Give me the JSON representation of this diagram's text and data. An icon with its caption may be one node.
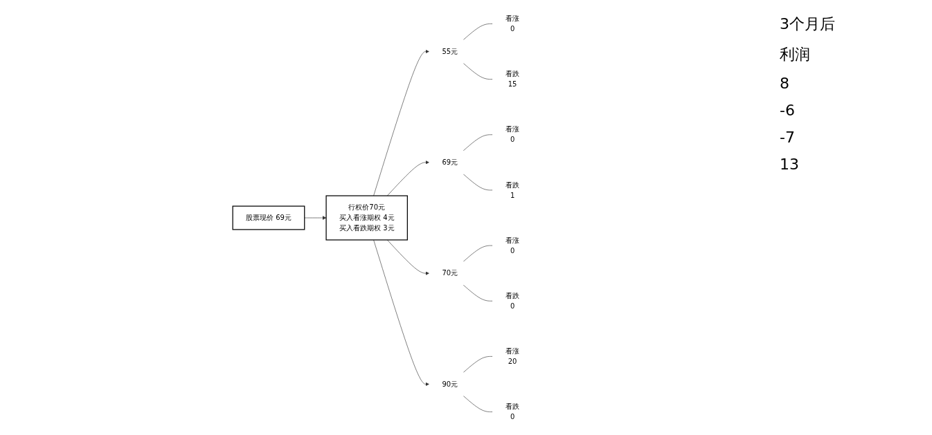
{
  "diagram": {
    "nodes": [
      {
        "text": [
          "股票现价 69元"
        ]
      },
      {
        "text": [
          "行权价70元",
          "买入看涨期权 4元",
          "买入看跌期权 3元"
        ]
      },
      {
        "text": [
          "55元"
        ]
      },
      {
        "text": [
          "看涨",
          "0"
        ]
      },
      {
        "text": [
          "看跌",
          "15"
        ]
      },
      {
        "text": [
          "69元"
        ]
      },
      {
        "text": [
          "看涨",
          "0"
        ]
      },
      {
        "text": [
          "看跌",
          "1"
        ]
      },
      {
        "text": [
          "70元"
        ]
      },
      {
        "text": [
          "看涨",
          "0"
        ]
      },
      {
        "text": [
          "看跌",
          "0"
        ]
      },
      {
        "text": [
          "90元"
        ]
      },
      {
        "text": [
          "看涨",
          "20"
        ]
      },
      {
        "text": [
          "看跌",
          "0"
        ]
      }
    ],
    "edges": [
      {
        "from": 0,
        "to": 1,
        "arrow": "to"
      },
      {
        "from": 1,
        "to": 2,
        "arrow": "to"
      },
      {
        "from": 1,
        "to": 5,
        "arrow": "to"
      },
      {
        "from": 1,
        "to": 8,
        "arrow": "to"
      },
      {
        "from": 1,
        "to": 11,
        "arrow": "to"
      },
      {
        "from": 2,
        "to": 3,
        "arrow": "none"
      },
      {
        "from": 2,
        "to": 4,
        "arrow": "none"
      },
      {
        "from": 5,
        "to": 6,
        "arrow": "none"
      },
      {
        "from": 5,
        "to": 7,
        "arrow": "none"
      },
      {
        "from": 8,
        "to": 9,
        "arrow": "none"
      },
      {
        "from": 8,
        "to": 10,
        "arrow": "none"
      },
      {
        "from": 11,
        "to": 12,
        "arrow": "none"
      },
      {
        "from": 11,
        "to": 13,
        "arrow": "none"
      }
    ],
    "labels": [
      "3个月后",
      "利润",
      "8",
      "-6",
      "-7",
      "13"
    ]
  }
}
